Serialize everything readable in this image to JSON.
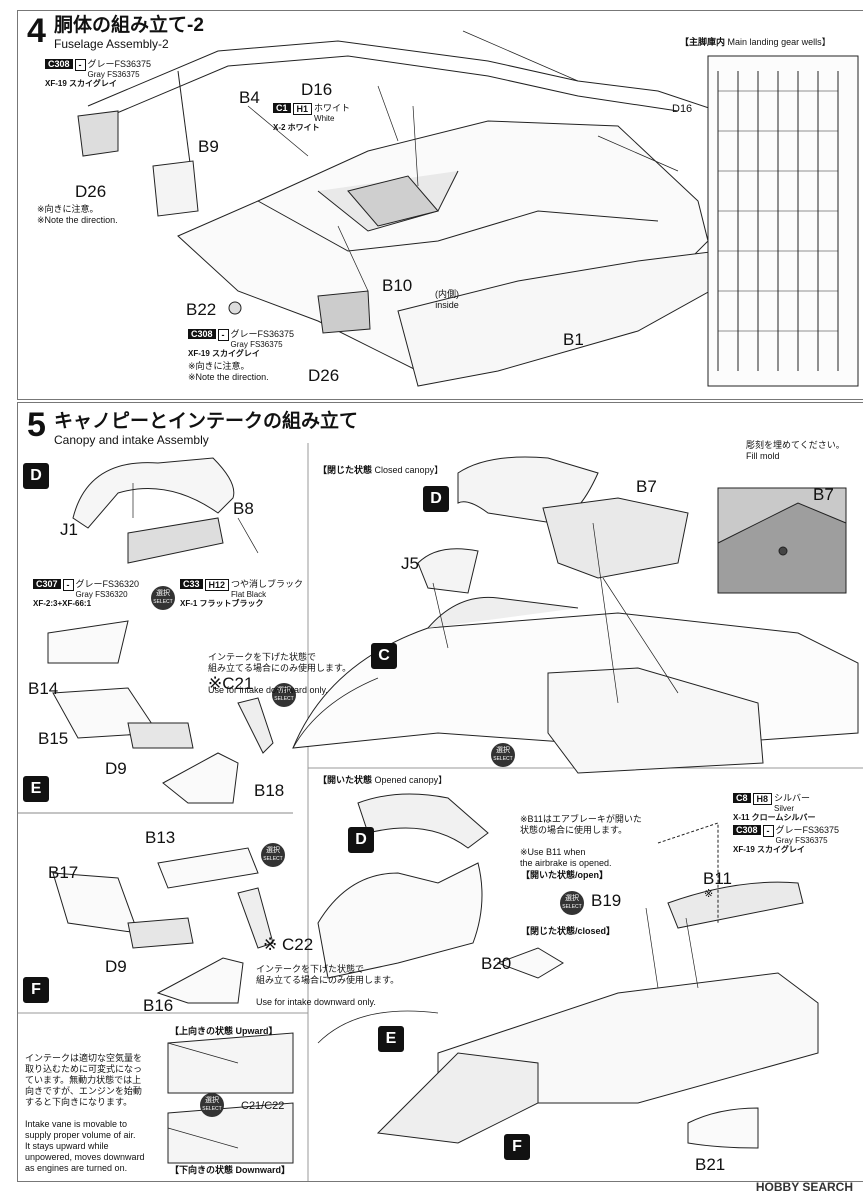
{
  "step4": {
    "number": "4",
    "title_jp": "胴体の組み立て-2",
    "title_en": "Fuselage Assembly-2",
    "wells_title_jp": "【主脚庫内",
    "wells_title_en": "Main landing gear wells】",
    "parts": {
      "B4": "B4",
      "B9": "B9",
      "D16": "D16",
      "D16_inset": "D16",
      "D26_top": "D26",
      "B10": "B10",
      "B22": "B22",
      "B1": "B1",
      "D26_bottom": "D26"
    },
    "paint_top": {
      "code1": "C308",
      "code2": "-",
      "jp": "グレーFS36375",
      "en": "Gray FS36375",
      "name": "XF-19 スカイグレイ"
    },
    "paint_white": {
      "code1": "C1",
      "code2": "H1",
      "jp": "ホワイト",
      "en": "White",
      "name": "X-2 ホワイト"
    },
    "paint_bottom": {
      "code1": "C308",
      "code2": "-",
      "jp": "グレーFS36375",
      "en": "Gray FS36375",
      "name": "XF-19 スカイグレイ"
    },
    "note_dir_jp": "※向きに注意。",
    "note_dir_en": "※Note the direction.",
    "inside_jp": "(内側)",
    "inside_en": "inside"
  },
  "step5": {
    "number": "5",
    "title_jp": "キャノピーとインテークの組み立て",
    "title_en": "Canopy and intake Assembly",
    "letters": {
      "D1": "D",
      "E1": "E",
      "F1": "F",
      "D2": "D",
      "C1": "C",
      "D3": "D",
      "E2": "E",
      "F2": "F"
    },
    "parts": {
      "J1": "J1",
      "B8": "B8",
      "B14": "B14",
      "B15": "B15",
      "D9a": "D9",
      "B18": "B18",
      "C21": "※C21",
      "B13": "B13",
      "B17": "B17",
      "D9b": "D9",
      "B16": "B16",
      "C22": "※ C22",
      "B7": "B7",
      "J5": "J5",
      "B7b": "B7",
      "B11": "B11",
      "B11mark": "※",
      "B19": "B19",
      "B20": "B20",
      "B21": "B21",
      "C21C22": "C21/C22"
    },
    "paint_clear": {
      "code1": "C307",
      "code2": "-",
      "jp": "グレーFS36320",
      "en": "Gray FS36320",
      "name": "XF-2:3+XF-66:1"
    },
    "paint_black": {
      "code1": "C33",
      "code2": "H12",
      "jp": "つや消しブラック",
      "en": "Flat Black",
      "name": "XF-1 フラットブラック"
    },
    "paint_silver": {
      "code1": "C8",
      "code2": "H8",
      "jp": "シルバー",
      "en": "Silver",
      "name": "X-11 クロームシルバー"
    },
    "paint_gray": {
      "code1": "C308",
      "code2": "-",
      "jp": "グレーFS36375",
      "en": "Gray FS36375",
      "name": "XF-19 スカイグレイ"
    },
    "select_jp": "選択",
    "select_en": "SELECT",
    "closed_canopy_jp": "【閉じた状態",
    "closed_canopy_en": "Closed canopy】",
    "opened_canopy_jp": "【開いた状態",
    "opened_canopy_en": "Opened canopy】",
    "fill_mold_jp": "彫刻を埋めてください。",
    "fill_mold_en": "Fill mold",
    "intake_down_jp": "インテークを下げた状態で\n組み立てる場合にのみ使用します。",
    "intake_down_en": "Use for intake downward only.",
    "intake_down2_jp": "インテークを下げた状態で\n組み立てる場合にのみ使用します。",
    "intake_down2_en": "Use for intake downward only.",
    "b11_note_jp": "※B11はエアブレーキが開いた\n状態の場合に使用します。",
    "b11_note_en": "※Use B11 when\n  the airbrake is opened.",
    "open_state": "【開いた状態/open】",
    "closed_state": "【閉じた状態/closed】",
    "upward": "【上向きの状態 Upward】",
    "downward": "【下向きの状態 Downward】",
    "vane_jp": "インテークは適切な空気量を\n取り込むために可変式になっ\nています。無動力状態では上\n向きですが、エンジンを始動\nすると下向きになります。",
    "vane_en": "Intake vane is movable to\nsupply proper volume of air.\nIt stays upward while\nunpowered, moves downward\nas engines are turned on."
  },
  "footer": "HOBBY SEARCH"
}
